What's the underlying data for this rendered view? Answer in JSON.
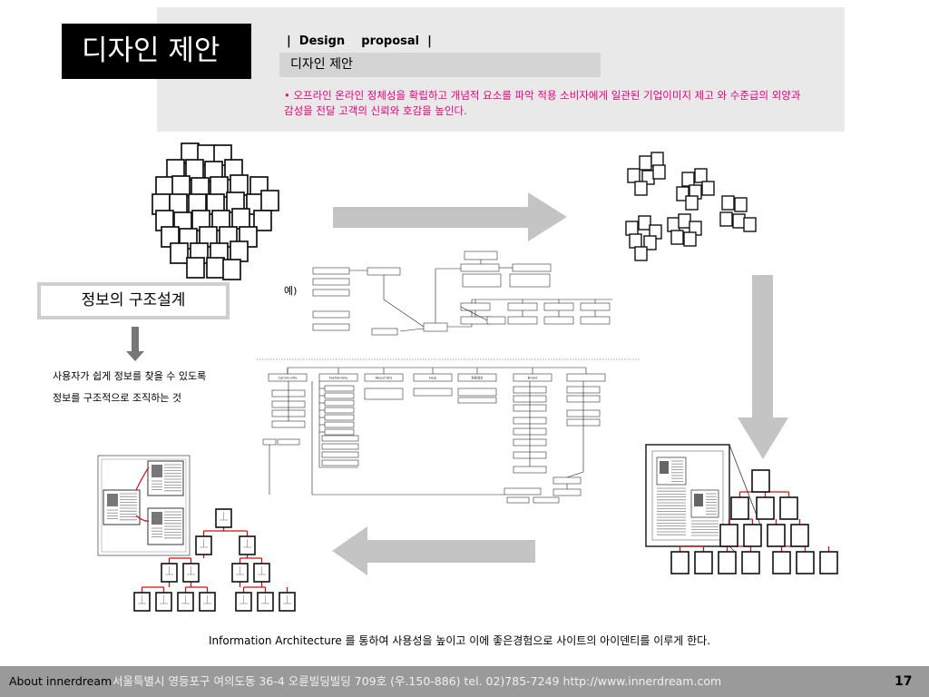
{
  "header": {
    "title": "디자인 제안",
    "section_label": "|  Design    proposal  |",
    "subtitle": "디자인 제안",
    "description": "• 오프라인 온라인 정체성을 확립하고 개념적 요소를 파악 적용 소비자에게 일관된 기업이미지 제고 와 수준급의 외양과 감성을 전달 고객의 신뢰와 호감을 높인다."
  },
  "info_structure": {
    "box_label": "정보의 구조설계",
    "desc_line1": "사용자가 쉽게 정보를 찾을 수 있도록",
    "desc_line2": "정보를 구조적으로 조직하는 것"
  },
  "sitemap": {
    "example_label": "예)",
    "top_nodes": [
      "Community",
      "Fashionista",
      "About DFS",
      "Help",
      "회원정보",
      "Brand"
    ]
  },
  "caption": "Information Architecture 를 통하여 사용성을 높이고 이에 좋은경험으로 사이트의 아이덴티를 이루게 한다.",
  "footer": {
    "brand": "About innerdream",
    "address": "서울특별시 영등포구 여의도동 36-4 오륜빌딩빌딩 709호 (우.150-886)  tel. 02)785-7249   http://www.innerdream.com",
    "page_number": "17"
  },
  "colors": {
    "accent": "#e8007a",
    "arrow": "#c4c4c4",
    "tree_line": "#cc1111",
    "panel": "#e9e9e9"
  }
}
